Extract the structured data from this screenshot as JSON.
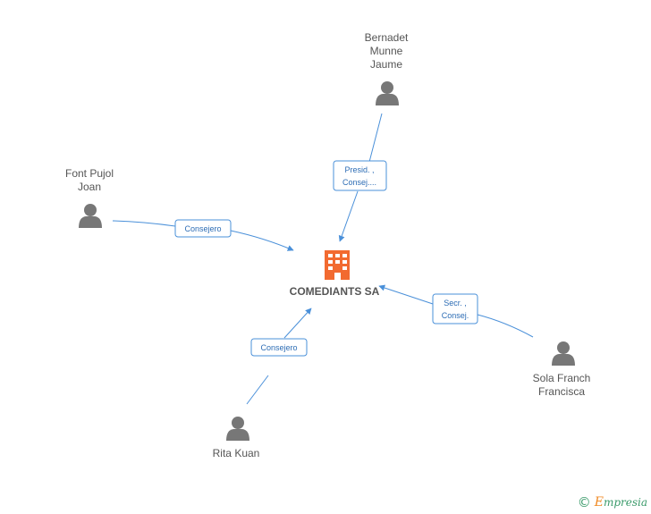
{
  "company": {
    "name": "COMEDIANTS SA",
    "icon": "building-icon",
    "color": "#f26a30"
  },
  "people": [
    {
      "id": "bernadet",
      "name_lines": [
        "Bernadet",
        "Munne",
        "Jaume"
      ]
    },
    {
      "id": "font",
      "name_lines": [
        "Font Pujol",
        "Joan"
      ]
    },
    {
      "id": "sola",
      "name_lines": [
        "Sola Franch",
        "Francisca"
      ]
    },
    {
      "id": "rita",
      "name_lines": [
        "Rita Kuan"
      ]
    }
  ],
  "relations": [
    {
      "person": "bernadet",
      "label_lines": [
        "Presid. ,",
        "Consej...."
      ]
    },
    {
      "person": "font",
      "label_lines": [
        "Consejero"
      ]
    },
    {
      "person": "sola",
      "label_lines": [
        "Secr. ,",
        "Consej."
      ]
    },
    {
      "person": "rita",
      "label_lines": [
        "Consejero"
      ]
    }
  ],
  "footer": {
    "copyright_symbol": "©",
    "brand_initial": "E",
    "brand_rest": "mpresia"
  },
  "colors": {
    "edge": "#4a90d9",
    "person_icon": "#777777",
    "brand": "#3a9a6a"
  }
}
